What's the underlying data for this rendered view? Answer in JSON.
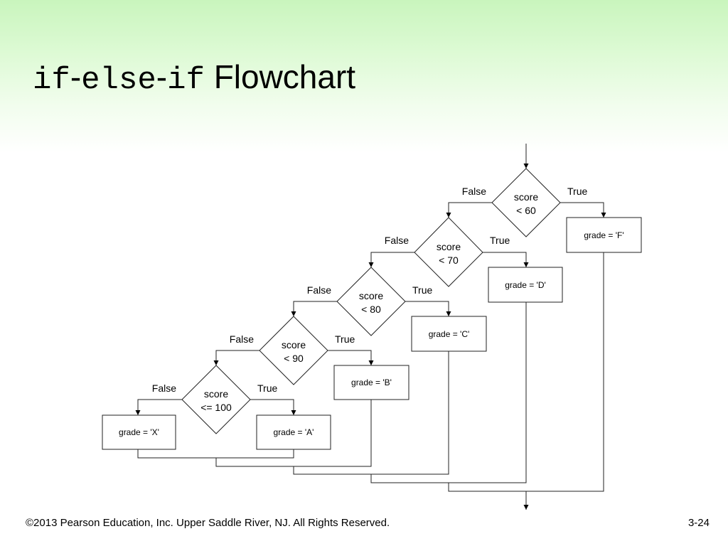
{
  "title": {
    "code_part1": "if",
    "dash1": "-",
    "code_part2": "else",
    "dash2": "-",
    "code_part3": "if",
    "text": "Flowchart"
  },
  "diagram": {
    "decisions": [
      {
        "id": "d60",
        "line1": "score",
        "line2": "< 60",
        "false_label": "False",
        "true_label": "True"
      },
      {
        "id": "d70",
        "line1": "score",
        "line2": "< 70",
        "false_label": "False",
        "true_label": "True"
      },
      {
        "id": "d80",
        "line1": "score",
        "line2": "< 80",
        "false_label": "False",
        "true_label": "True"
      },
      {
        "id": "d90",
        "line1": "score",
        "line2": "< 90",
        "false_label": "False",
        "true_label": "True"
      },
      {
        "id": "d100",
        "line1": "score",
        "line2": "<= 100",
        "false_label": "False",
        "true_label": "True"
      }
    ],
    "actions": [
      {
        "id": "F",
        "text": "grade = 'F'"
      },
      {
        "id": "D",
        "text": "grade = 'D'"
      },
      {
        "id": "C",
        "text": "grade = 'C'"
      },
      {
        "id": "B",
        "text": "grade = 'B'"
      },
      {
        "id": "A",
        "text": "grade = 'A'"
      },
      {
        "id": "X",
        "text": "grade = 'X'"
      }
    ]
  },
  "footer": {
    "copyright": "©2013 Pearson Education, Inc. Upper Saddle River, NJ. All Rights Reserved.",
    "page_number": "3-24"
  }
}
